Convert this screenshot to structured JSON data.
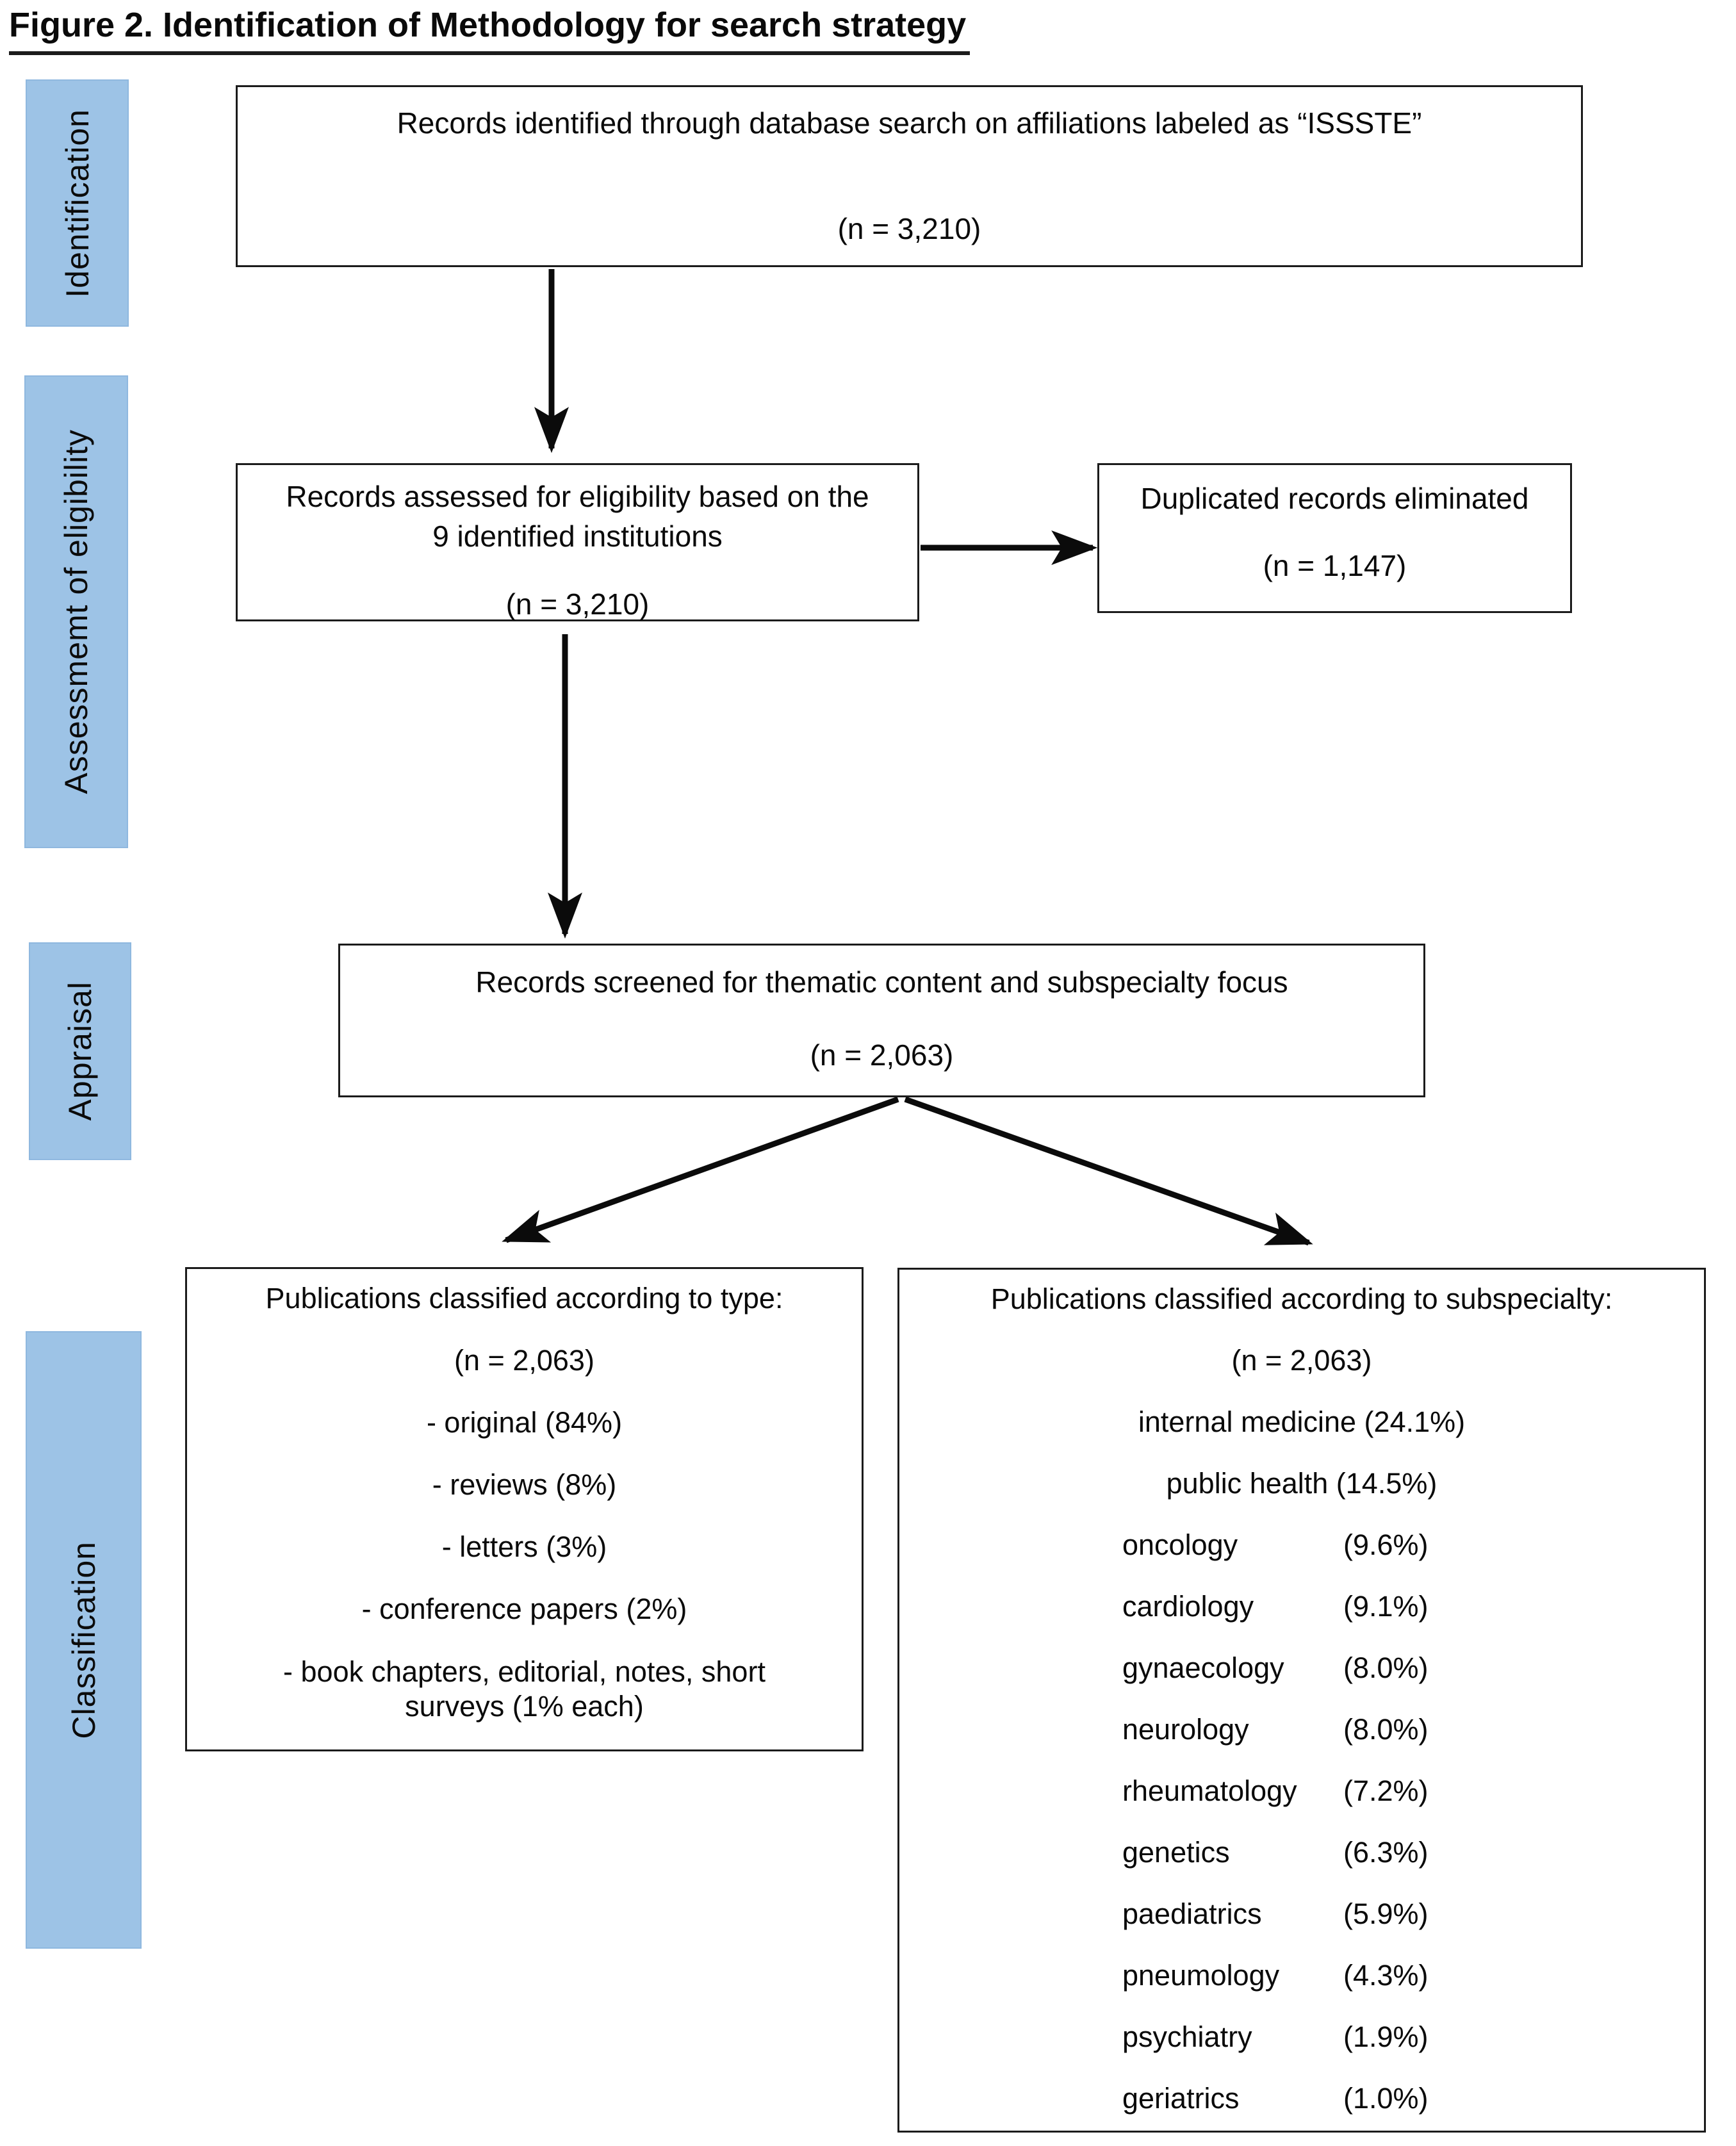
{
  "figure": {
    "title": "Figure 2. Identification of Methodology for search strategy"
  },
  "sidebar": {
    "stages": [
      {
        "label": "Identification"
      },
      {
        "label": "Assessmemt of eligibility"
      },
      {
        "label": "Appraisal"
      },
      {
        "label": "Classification"
      }
    ]
  },
  "flow": {
    "identified": {
      "text": "Records identified through database search on affiliations labeled as “ISSSTE”",
      "count": "(n = 3,210)"
    },
    "assessed": {
      "line1": "Records assessed for eligibility based on the",
      "line2": "9 identified institutions",
      "count": "(n = 3,210)"
    },
    "duplicates": {
      "text": "Duplicated records eliminated",
      "count": "(n = 1,147)"
    },
    "screened": {
      "text": "Records screened for thematic content and subspecialty focus",
      "count": "(n = 2,063)"
    },
    "by_type": {
      "title": "Publications classified according to type:",
      "count": "(n = 2,063)",
      "items": [
        "- original (84%)",
        "- reviews (8%)",
        "- letters (3%)",
        "- conference papers (2%)"
      ],
      "last_item_line1": "- book chapters, editorial, notes, short",
      "last_item_line2": "surveys (1% each)"
    },
    "by_subspecialty": {
      "title": "Publications classified according to subspecialty:",
      "count": "(n = 2,063)",
      "centered_rows": [
        "internal medicine (24.1%)",
        "public health (14.5%)"
      ],
      "rows": [
        {
          "name": "oncology",
          "pct": "(9.6%)"
        },
        {
          "name": "cardiology",
          "pct": "(9.1%)"
        },
        {
          "name": "gynaecology",
          "pct": "(8.0%)"
        },
        {
          "name": "neurology",
          "pct": "(8.0%)"
        },
        {
          "name": "rheumatology",
          "pct": "(7.2%)"
        },
        {
          "name": "genetics",
          "pct": "(6.3%)"
        },
        {
          "name": "paediatrics",
          "pct": "(5.9%)"
        },
        {
          "name": "pneumology",
          "pct": "(4.3%)"
        },
        {
          "name": "psychiatry",
          "pct": "(1.9%)"
        },
        {
          "name": "geriatrics",
          "pct": "(1.0%)"
        }
      ]
    }
  },
  "colors": {
    "stage_fill": "#9DC3E6",
    "box_border": "#1b1b1b",
    "arrow": "#0b0b0b"
  }
}
